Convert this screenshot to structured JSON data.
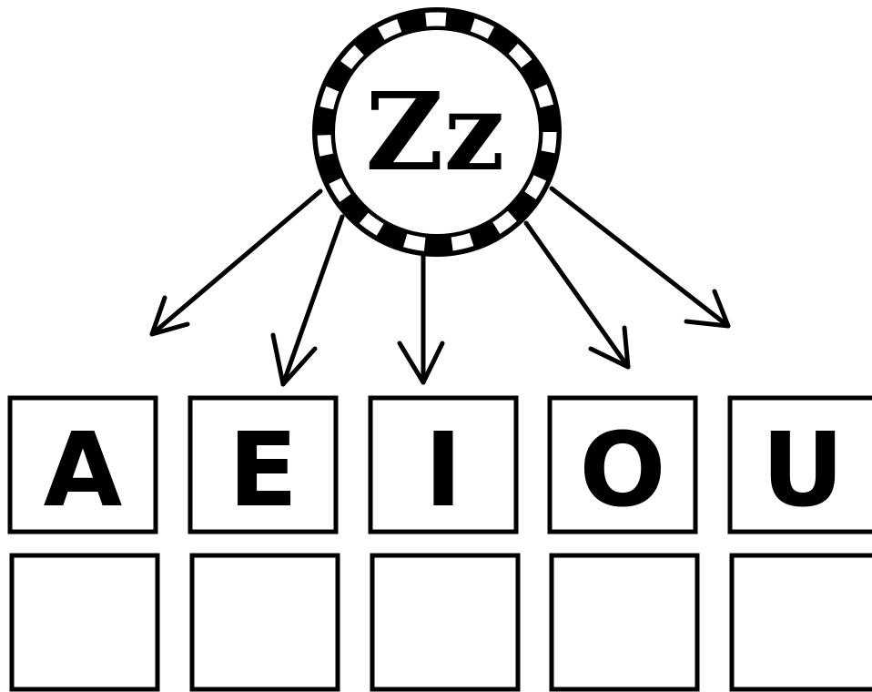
{
  "center_letter": {
    "label": "Zz"
  },
  "vowels": [
    {
      "letter": "A"
    },
    {
      "letter": "E"
    },
    {
      "letter": "I"
    },
    {
      "letter": "O"
    },
    {
      "letter": "U"
    }
  ],
  "answer_boxes": [
    "",
    "",
    "",
    "",
    ""
  ],
  "colors": {
    "ink": "#000000",
    "paper": "#ffffff",
    "ring_dark": "#222222"
  }
}
